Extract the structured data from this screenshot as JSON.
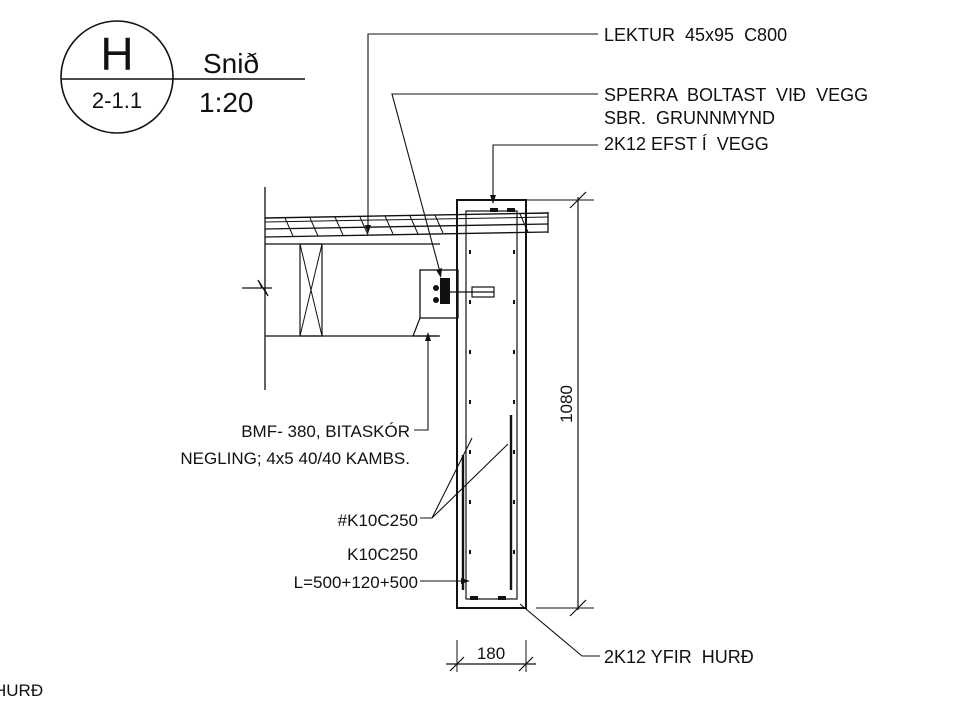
{
  "title_block": {
    "section_letter": "H",
    "sheet_ref": "2-1.1",
    "view_name": "Snið",
    "scale": "1:20"
  },
  "annotations": {
    "lektur": "LEKTUR  45x95  C800",
    "sperra_line1": "SPERRA  BOLTAST  VIÐ  VEGG",
    "sperra_line2": "SBR.  GRUNNMYND",
    "top_rebar": "2K12 EFST Í  VEGG",
    "hanger_line1": "BMF- 380, BITASKÓR",
    "hanger_line2": "NEGLING; 4x5 40/40 KAMBS.",
    "mesh": "#K10C250",
    "stirrup_line1": "K10C250",
    "stirrup_line2": "L=500+120+500",
    "bottom_rebar": "2K12 YFIR  HURÐ",
    "cut_label": "HURÐ"
  },
  "dimensions": {
    "height": "1080",
    "width": "180"
  },
  "colors": {
    "ink": "#111111",
    "paper": "#ffffff"
  }
}
